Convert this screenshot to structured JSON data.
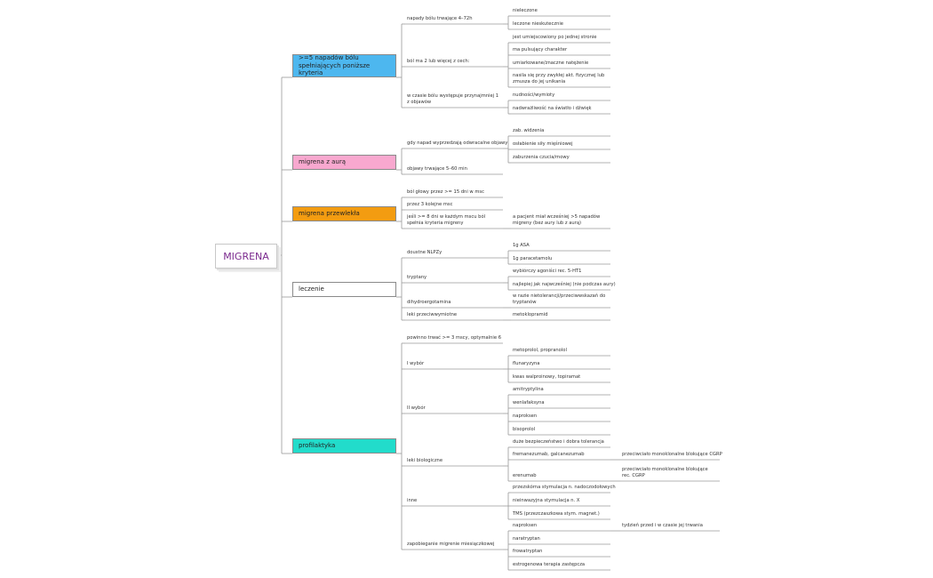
{
  "root": {
    "label": "MIGRENA"
  },
  "topics": [
    {
      "label": ">=5 napadów bólu spełniających poniższe kryteria",
      "color": "#4db7ef"
    },
    {
      "label": "migrena z aurą",
      "color": "#f8a8cf"
    },
    {
      "label": "migrena przewlekła",
      "color": "#f39c11"
    },
    {
      "label": "leczenie",
      "color": "#ffffff"
    },
    {
      "label": "profilaktyka",
      "color": "#22dccb"
    }
  ],
  "nodes": {
    "c1": "napady bólu trwające 4–72h",
    "c1a": "nieleczone",
    "c1b": "leczone nieskutecznie",
    "c2": "ból ma 2 lub więcej z cech:",
    "c2a": "jest umiejscowiony po jednej stronie",
    "c2b": "ma pulsujący charakter",
    "c2c": "umiarkowane/znaczne natężenie",
    "c2d": "nasila się przy zwykłej akt. fizycznej lub zmusza do jej unikania",
    "c3": "w czasie bólu występuje przynajmniej 1 z objawów",
    "c3a": "nudności/wymioty",
    "c3b": "nadwrażliwość na światło i dźwięk",
    "a1": "gdy napad wyprzedzają odwracalne objawy",
    "a1a": "zab. widzenia",
    "a1b": "osłabienie siły mięśniowej",
    "a1c": "zaburzenia czucia/mowy",
    "a2": "objawy trwające 5–60 min",
    "p1": "ból głowy przez >= 15 dni w msc",
    "p2": "przez 3 kolejne msc",
    "p3": "jeśli >= 8 dni w każdym mscu ból spełnia kryteria migreny",
    "p3a": "a pacjent miał wcześniej >5 napadów migreny (bez aury lub z aurą)",
    "l1": "doustne NLPZy",
    "l1a": "1g ASA",
    "l1b": "1g paracetamolu",
    "l2": "tryptany",
    "l2a": "wybiórczy agoniści rec. 5-HT1",
    "l2b": "najlepiej jak najwcześniej (nie podczas aury)",
    "l3": "dihydroergotamina",
    "l3a": "w razie nietolerancji/przeciwwskazań do tryptanów",
    "l4": "leki przeciwwymiotne",
    "l4a": "metoklopramid",
    "f1": "powinno trwać >= 3 mscy, optymalnie 6",
    "f2": "I wybór",
    "f2a": "metoprolol, propranolol",
    "f2b": "flunaryzyna",
    "f2c": "kwas walproinowy, topiramat",
    "f3": "II wybór",
    "f3a": "amitryptylina",
    "f3b": "wenlafaksyna",
    "f3c": "naproksen",
    "f3d": "bisoprolol",
    "f4": "leki biologiczne",
    "f4a": "duże bezpieczeństwo i dobra tolerancja",
    "f4b": "fremanezumab, galcanezumab",
    "f4b1": "przeciwciało monoklonalne blokujące CGRP",
    "f4c": "erenumab",
    "f4c1": "przeciwciało monoklonalne blokujące rec. CGRP",
    "f5": "inne",
    "f5a": "przezskórna stymulacja n. nadoczodołowych",
    "f5b": "nieinwazyjna stymulacja n. X",
    "f5c": "TMS (przezczaszkowa stym. magnet.)",
    "f6": "zapobieganie migrenie miesiączkowej",
    "f6a": "naproksen",
    "f6a1": "tydzień przed i w czasie jej trwania",
    "f6b": "naratryptan",
    "f6c": "frowatryptan",
    "f6d": "estrogenowa terapia zastępcza"
  }
}
